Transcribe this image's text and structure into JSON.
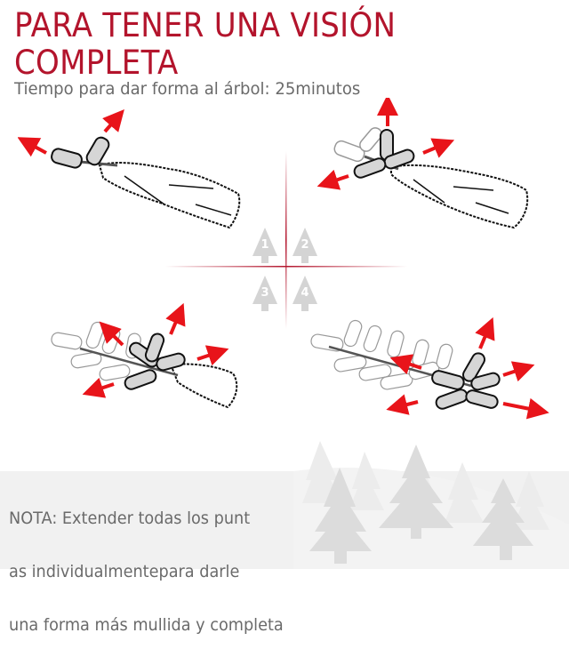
{
  "header": {
    "title": "PARA TENER UNA VISIÓN\nCOMPLETA",
    "title_line1": "PARA TENER UNA VISIÓN",
    "title_line2": "COMPLETA",
    "subtitle": "Tiempo para dar forma al árbol: 25minutos"
  },
  "steps": [
    {
      "number": "1",
      "icon": "tree-badge-icon",
      "description": "branch-with-two-tips-extended"
    },
    {
      "number": "2",
      "icon": "tree-badge-icon",
      "description": "branch-with-three-tips-extended"
    },
    {
      "number": "3",
      "icon": "tree-badge-icon",
      "description": "branch-with-five-tips-extended"
    },
    {
      "number": "4",
      "icon": "tree-badge-icon",
      "description": "branch-with-six-tips-extended"
    }
  ],
  "note": {
    "line1": "NOTA: Extender todas los punt",
    "line2": "as individualmentepara darle",
    "line3": "una forma más mullida y completa"
  },
  "colors": {
    "accent": "#b3142c",
    "arrow": "#e8141a",
    "text_gray": "#6a6a6a",
    "tip_fill": "#d6d6d6",
    "badge_gray": "#d4d4d4",
    "snow_band": "#f1f1f1"
  }
}
